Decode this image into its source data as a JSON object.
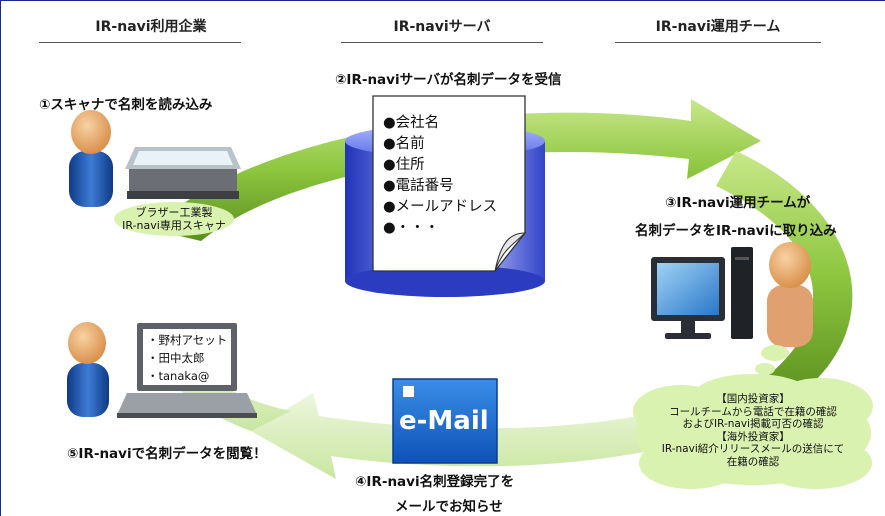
{
  "headers": {
    "user": "IR-navi利用企業",
    "server": "IR-naviサーバ",
    "ops": "IR-navi運用チーム"
  },
  "steps": {
    "step1": "①スキャナで名刺を読み込み",
    "step2": "②IR-naviサーバが名刺データを受信",
    "step3_line1": "③IR-navi運用チームが",
    "step3_line2": "名刺データをIR-naviに取り込み",
    "step4_line1": "④IR-navi名刺登録完了を",
    "step4_line2": "メールでお知らせ",
    "step5": "⑤IR-naviで名刺データを閲覧！"
  },
  "scanner_label": {
    "line1": "ブラザー工業製",
    "line2": "IR-navi専用スキャナ"
  },
  "document_fields": [
    "●会社名",
    "●名前",
    "●住所",
    "●電話番号",
    "●メールアドレス",
    "●・・・"
  ],
  "laptop_screen": [
    "・野村アセット",
    "・田中太郎",
    "・tanaka@"
  ],
  "email_icon_label": "e-Mail",
  "ops_cloud": [
    "【国内投資家】",
    "コールチームから電話で在籍の確認",
    "およびIR-navi掲載可否の確認",
    "【海外投資家】",
    "IR-navi紹介リリースメールの送信にて",
    "在籍の確認"
  ],
  "colors": {
    "arrow_green": "#8dc63f",
    "arrow_dark": "#5a8f1e",
    "cylinder_blue": "#3b4fd8",
    "person_body": "#1a4fa0",
    "person_head": "#e8a86a",
    "bubble_green": "#d9f2b0"
  }
}
